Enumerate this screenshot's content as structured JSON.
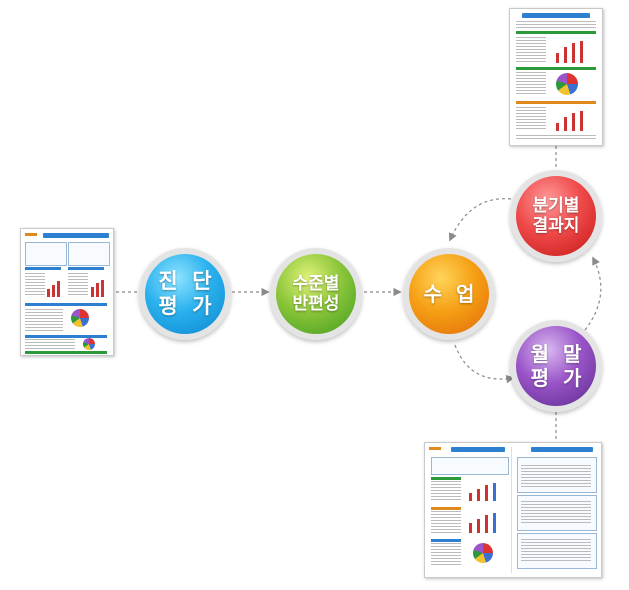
{
  "nodes": {
    "diagnostic": {
      "label": "진  단\n평  가",
      "color": "#2bb2ee"
    },
    "level": {
      "label": "수준별\n반편성",
      "color": "#8cc63a"
    },
    "class": {
      "label": "수  업",
      "color": "#f6a015"
    },
    "quarterly": {
      "label": "분기별\n결과지",
      "color": "#ef4a4a"
    },
    "monthly": {
      "label": "월  말\n평  가",
      "color": "#9a55c8"
    }
  },
  "connector_color": "#8a8a8a"
}
